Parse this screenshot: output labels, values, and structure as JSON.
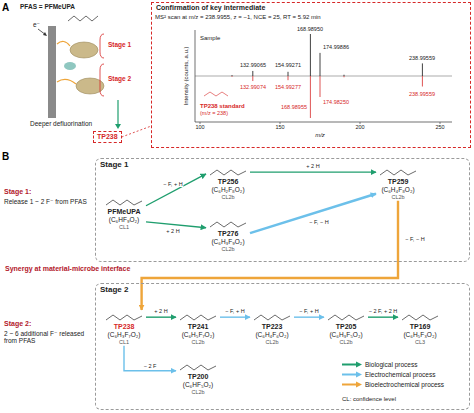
{
  "diagram": {
    "nodes": [
      {
        "text": [
          "TP238"
        ]
      },
      {
        "text": [
          "Confirmation of key intermediate"
        ]
      },
      {
        "text": [
          "Stage 1"
        ]
      },
      {
        "text": [
          "PFMeUPA",
          "(C₆HF₉O₂)",
          "CL1"
        ],
        "in": 2
      },
      {
        "text": [
          "TP256",
          "(C₆H₂F₈O₂)",
          "CL2b"
        ],
        "in": 2
      },
      {
        "text": [
          "TP276",
          "(C₆H₃F₉O₂)",
          "CL2b"
        ],
        "in": 2
      },
      {
        "text": [
          "TP259",
          "(C₆H₄F₈O₂)",
          "CL2b"
        ],
        "in": 2
      },
      {
        "text": [
          "Stage 2"
        ]
      },
      {
        "text": [
          "TP238",
          "(C₆H₃F₇O₂)",
          "CL1"
        ],
        "in": 7
      },
      {
        "text": [
          "TP241",
          "(C₆H₅F₇O₂)",
          "CL2b"
        ],
        "in": 7
      },
      {
        "text": [
          "TP223",
          "(C₆H₄F₆O₂)",
          "CL2b"
        ],
        "in": 7
      },
      {
        "text": [
          "TP205",
          "(C₆H₃F₅O₂)",
          "CL2b"
        ],
        "in": 7
      },
      {
        "text": [
          "TP169",
          "(C₆H₅F₃O₂)",
          "CL3"
        ],
        "in": 7
      },
      {
        "text": [
          "TP200",
          "(C₆HF₅O₂)",
          "CL2b"
        ],
        "in": 7
      }
    ],
    "edges": [
      {
        "from": 0,
        "to": 1,
        "arrow": "none"
      },
      {
        "from": 3,
        "to": 4,
        "label": "− F, + H",
        "arrow": "to"
      },
      {
        "from": 3,
        "to": 5,
        "label": "+ 2 H",
        "arrow": "to"
      },
      {
        "from": 4,
        "to": 6,
        "label": "+ 2 H",
        "arrow": "to"
      },
      {
        "from": 5,
        "to": 6,
        "label": "− F, − H",
        "arrow": "to"
      },
      {
        "from": 6,
        "to": 8,
        "label": "− F, − H",
        "arrow": "to"
      },
      {
        "from": 8,
        "to": 9,
        "label": "+ 2 H",
        "arrow": "to"
      },
      {
        "from": 9,
        "to": 10,
        "label": "− F, + H",
        "arrow": "to"
      },
      {
        "from": 10,
        "to": 11,
        "label": "− F, + H",
        "arrow": "to"
      },
      {
        "from": 11,
        "to": 12,
        "label": "− 2 F, + 2 H",
        "arrow": "to"
      },
      {
        "from": 8,
        "to": 13,
        "label": "− 2 F",
        "arrow": "to"
      }
    ],
    "labels": [
      "A",
      "PFAS = PFMeUPA",
      "e⁻",
      "Stage 1",
      "Stage 2",
      "Deeper defluorination",
      "MS² scan at m/z = 238.9955, z = −1, NCE = 25, RT = 5.92 min",
      "Sample",
      "Intensity (counts, a.u.)",
      "100",
      "150",
      "200",
      "250",
      "m/z",
      "132.99065",
      "154.99271",
      "168.98950",
      "174.99886",
      "238.99559",
      "132.99074",
      "154.99277",
      "168.98955",
      "174.98250",
      "238.99559",
      "TP238 standard",
      "(m/z = 238)",
      "B",
      "Stage 1:",
      "Release 1 ~ 2 F⁻ from PFAS",
      "Synergy at material-microbe interface",
      "Stage 2:",
      "2 ~ 6 additional F⁻ released from PFAS",
      "CL: confidence level"
    ],
    "legend": [
      {
        "text": "Biological process",
        "color": "#1f9e6e"
      },
      {
        "text": "Electrochemical process",
        "color": "#6cc0ea"
      },
      {
        "text": "Bioelectrochemical process",
        "color": "#eea53a"
      }
    ]
  }
}
